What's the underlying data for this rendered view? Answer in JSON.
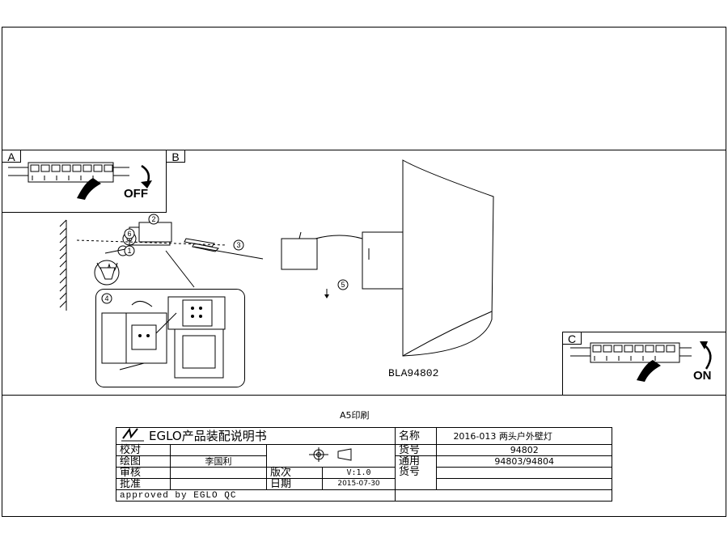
{
  "panels": {
    "a_label": "A",
    "b_label": "B",
    "c_label": "C",
    "off_text": "OFF",
    "on_text": "ON"
  },
  "steps": [
    "1",
    "2",
    "3",
    "4",
    "5",
    "6"
  ],
  "product_code": "BLA94802",
  "print_note": "A5印刷",
  "title_block": {
    "company_title": "EGLO产品装配说明书",
    "name_label": "名称",
    "name_value": "2016-013 两头户外壁灯",
    "checker_label": "校对",
    "drawer_label": "绘图",
    "drawer_value": "李国利",
    "reviewer_label": "审核",
    "approver_label": "批准",
    "version_label": "版次",
    "version_value": "V:1.0",
    "date_label": "日期",
    "date_value": "2015-07-30",
    "item_no_label": "货号",
    "item_no_value": "94802",
    "general_label": "通用",
    "general_label2": "货号",
    "general_value": "94803/94804",
    "approved_by": "approved by EGLO QC"
  }
}
